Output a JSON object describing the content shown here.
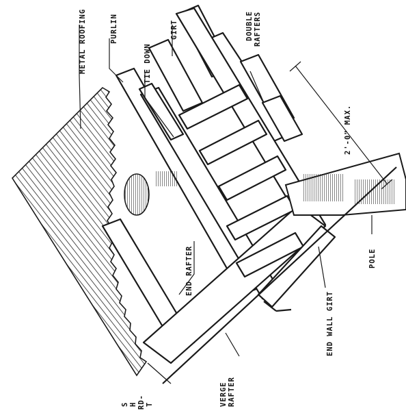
{
  "labels": {
    "metal_roofing": "METAL ROOFING",
    "purlin": "PURLIN",
    "tie_down": "TIE DOWN",
    "girt": "GIRT",
    "double_rafters_1": "DOUBLE",
    "double_rafters_2": "RAFTERS",
    "dimension": "2'-0\" MAX.",
    "pole": "POLE",
    "end_wall_girt": "END WALL GIRT",
    "end_rafter": "END RAFTER",
    "verge_rafter_1": "VERGE",
    "verge_rafter_2": "RAFTER",
    "cut_text_1": "S",
    "cut_text_2": "H",
    "cut_text_3": "RD-",
    "cut_text_4": "T"
  },
  "colors": {
    "ink": "#1a1a1a",
    "paper": "#ffffff"
  }
}
